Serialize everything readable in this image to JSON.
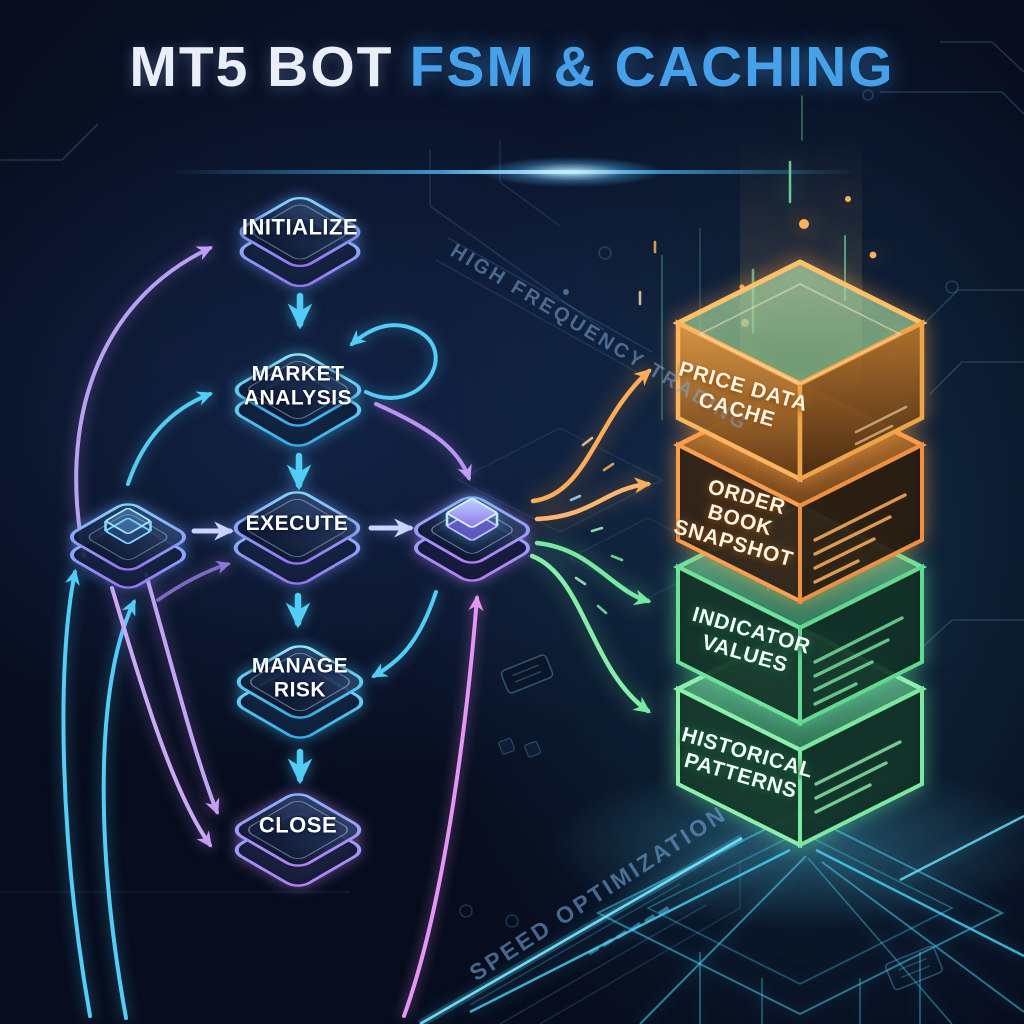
{
  "title": {
    "part1": "MT5 BOT",
    "part2": "FSM & CACHING"
  },
  "fsm": {
    "states": [
      {
        "id": "initialize",
        "label": "INITIALIZE",
        "accent": "#8f6cf0"
      },
      {
        "id": "market-analysis",
        "label": "MARKET ANALYSIS",
        "accent": "#36b5f0"
      },
      {
        "id": "execute",
        "label": "EXECUTE",
        "accent": "#7d7bf2"
      },
      {
        "id": "manage-risk",
        "label": "MANAGE RISK",
        "accent": "#36b5f0"
      },
      {
        "id": "close",
        "label": "CLOSE",
        "accent": "#a678f2"
      }
    ],
    "unlabeled_nodes": [
      {
        "id": "left-hub",
        "icon": "cube-icon"
      },
      {
        "id": "right-hub",
        "icon": "glowing-cube-icon"
      }
    ]
  },
  "caches": [
    {
      "id": "price-data-cache",
      "label": "PRICE DATA CACHE",
      "color": "#ffb061"
    },
    {
      "id": "order-book-snapshot",
      "label": "ORDER BOOK SNAPSHOT",
      "color": "#ff9e4f"
    },
    {
      "id": "indicator-values",
      "label": "INDICATOR VALUES",
      "color": "#7be8a4"
    },
    {
      "id": "historical-patterns",
      "label": "HISTORICAL PATTERNS",
      "color": "#8df0ae"
    }
  ],
  "background_labels": {
    "top": "HIGH FREQUENCY TRADING",
    "bottom": "SPEED OPTIMIZATION"
  },
  "connections": [
    {
      "from": "initialize",
      "to": "market-analysis"
    },
    {
      "from": "market-analysis",
      "to": "market-analysis",
      "type": "self-loop"
    },
    {
      "from": "market-analysis",
      "to": "execute"
    },
    {
      "from": "market-analysis",
      "to": "right-hub"
    },
    {
      "from": "execute",
      "to": "manage-risk"
    },
    {
      "from": "execute",
      "to": "right-hub"
    },
    {
      "from": "left-hub",
      "to": "execute"
    },
    {
      "from": "manage-risk",
      "to": "close"
    },
    {
      "from": "right-hub",
      "to": "manage-risk"
    },
    {
      "from": "left-hub",
      "to": "close"
    },
    {
      "from": "close-region",
      "to": "left-hub",
      "type": "return"
    },
    {
      "from": "left-hub",
      "to": "initialize",
      "type": "return"
    },
    {
      "from": "left-hub",
      "to": "market-analysis",
      "type": "return"
    },
    {
      "from": "bottom",
      "to": "right-hub"
    },
    {
      "from": "right-hub",
      "to": "price-data-cache"
    },
    {
      "from": "right-hub",
      "to": "order-book-snapshot"
    },
    {
      "from": "right-hub",
      "to": "indicator-values"
    },
    {
      "from": "right-hub",
      "to": "historical-patterns"
    }
  ],
  "palette": {
    "background": "#0a1426",
    "title_primary": "#e9eef9",
    "title_accent": "#46a0ea",
    "cyan_arrow": "#52cdf6",
    "lavender_arrow": "#ccd4ff",
    "purple_arrow": "#c39df6",
    "pink_arrow": "#e596f4",
    "orange_flow": "#ffae57",
    "green_flow": "#79e9a1",
    "circuit_trace": "#2f6ea8"
  }
}
